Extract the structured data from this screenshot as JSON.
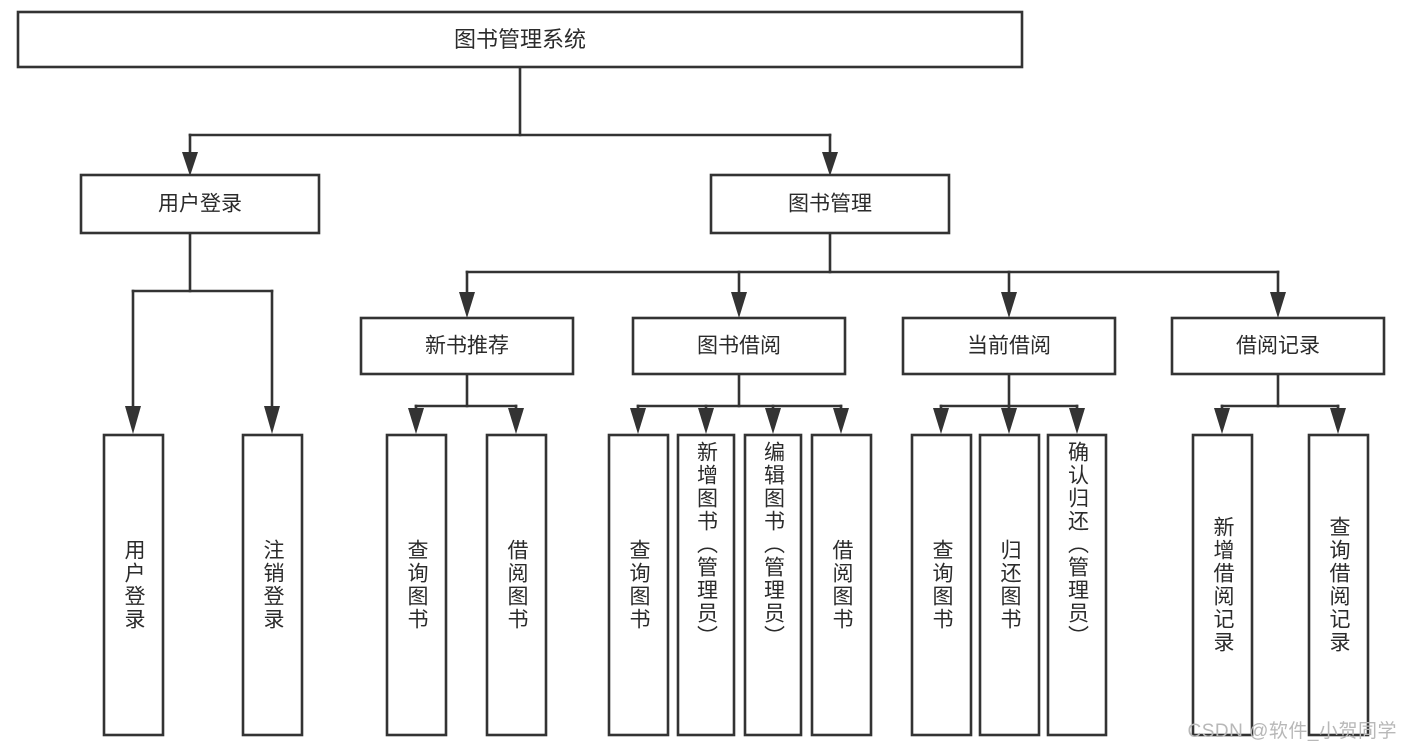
{
  "diagram": {
    "title": "图书管理系统",
    "watermark": "CSDN @软件_小贺同学",
    "type": "tree",
    "colors": {
      "box_fill": "#ffffff",
      "box_stroke": "#333333",
      "text": "#2b2b2b",
      "watermark": "#b8b8b8",
      "background": "#ffffff"
    },
    "levels": {
      "root": {
        "label": "图书管理系统"
      },
      "level2": [
        {
          "label": "用户登录"
        },
        {
          "label": "图书管理"
        }
      ],
      "level3": [
        {
          "label": "新书推荐"
        },
        {
          "label": "图书借阅"
        },
        {
          "label": "当前借阅"
        },
        {
          "label": "借阅记录"
        }
      ],
      "leaves": [
        {
          "label": "用户登录",
          "parent": "用户登录",
          "orientation": "vertical"
        },
        {
          "label": "注销登录",
          "parent": "用户登录",
          "orientation": "vertical"
        },
        {
          "label": "查询图书",
          "parent": "新书推荐",
          "orientation": "vertical"
        },
        {
          "label": "借阅图书",
          "parent": "新书推荐",
          "orientation": "vertical"
        },
        {
          "label": "查询图书",
          "parent": "图书借阅",
          "orientation": "vertical"
        },
        {
          "label": "新增图书（管理员）",
          "parent": "图书借阅",
          "orientation": "vertical"
        },
        {
          "label": "编辑图书（管理员）",
          "parent": "图书借阅",
          "orientation": "vertical"
        },
        {
          "label": "借阅图书",
          "parent": "图书借阅",
          "orientation": "vertical"
        },
        {
          "label": "查询图书",
          "parent": "当前借阅",
          "orientation": "vertical"
        },
        {
          "label": "归还图书",
          "parent": "当前借阅",
          "orientation": "vertical"
        },
        {
          "label": "确认归还（管理员）",
          "parent": "当前借阅",
          "orientation": "vertical"
        },
        {
          "label": "新增借阅记录",
          "parent": "借阅记录",
          "orientation": "vertical"
        },
        {
          "label": "查询借阅记录",
          "parent": "借阅记录",
          "orientation": "vertical"
        }
      ]
    }
  }
}
